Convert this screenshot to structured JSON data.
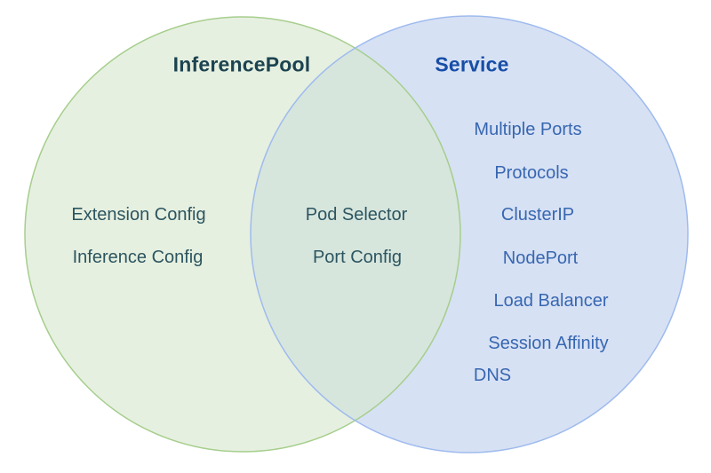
{
  "colors": {
    "left_fill": "#e6f0e0",
    "left_stroke": "#a6ce8d",
    "right_fill": "#d7e1f4",
    "right_stroke": "#9fbbee",
    "overlap_fill": "#d7e6dd",
    "left_title": "#1c4350",
    "left_text": "#2c5560",
    "right_title": "#174ea6",
    "right_text": "#3767b1"
  },
  "venn": {
    "left": {
      "title": "InferencePool",
      "items": [
        "Extension Config",
        "Inference Config"
      ]
    },
    "overlap": {
      "items": [
        "Pod Selector",
        "Port Config"
      ]
    },
    "right": {
      "title": "Service",
      "items": [
        "Multiple Ports",
        "Protocols",
        "ClusterIP",
        "NodePort",
        "Load Balancer",
        "Session Affinity",
        "DNS"
      ]
    }
  }
}
